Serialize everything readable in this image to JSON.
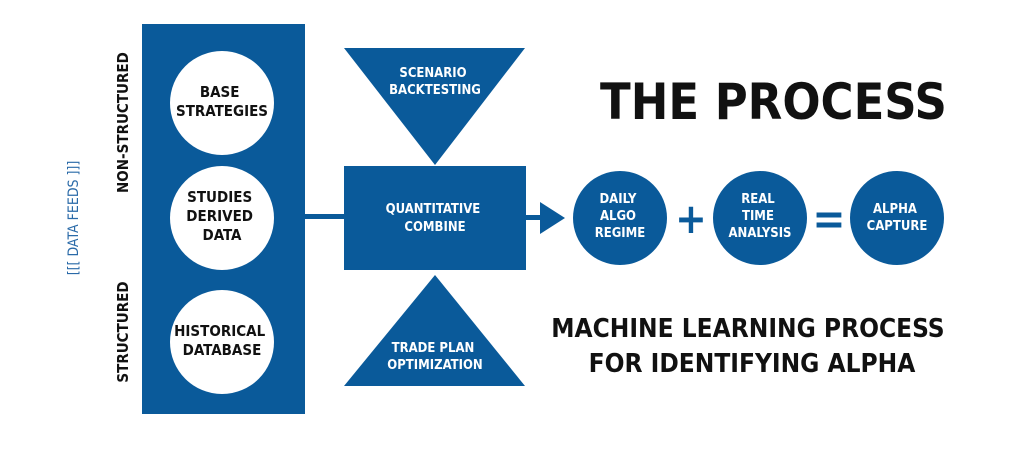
{
  "colors": {
    "primary": "#0a5a9a",
    "text_on_primary": "#ffffff",
    "title_text": "#111111",
    "data_feeds_text": "#2a6aa8"
  },
  "side_labels": {
    "data_feeds": "[[[  DATA FEEDS  ]]]",
    "non_structured": "NON-STRUCTURED",
    "structured": "STRUCTURED"
  },
  "sources": [
    {
      "lines": [
        "BASE",
        "STRATEGIES"
      ]
    },
    {
      "lines": [
        "STUDIES",
        "DERIVED",
        "DATA"
      ]
    },
    {
      "lines": [
        "HISTORICAL",
        "DATABASE"
      ]
    }
  ],
  "scenario": {
    "lines": [
      "SCENARIO",
      "BACKTESTING"
    ]
  },
  "combine": {
    "lines": [
      "QUANTITATIVE",
      "COMBINE"
    ]
  },
  "tradeplan": {
    "lines": [
      "TRADE PLAN",
      "OPTIMIZATION"
    ]
  },
  "stages": [
    {
      "lines": [
        "DAILY",
        "ALGO",
        "REGIME"
      ]
    },
    {
      "lines": [
        "REAL",
        "TIME",
        "ANALYSIS"
      ]
    },
    {
      "lines": [
        "ALPHA",
        "CAPTURE"
      ]
    }
  ],
  "operators": {
    "plus": "+",
    "equals": "="
  },
  "title": "THE PROCESS",
  "subtitle": [
    "MACHINE LEARNING PROCESS",
    "FOR IDENTIFYING ALPHA"
  ]
}
